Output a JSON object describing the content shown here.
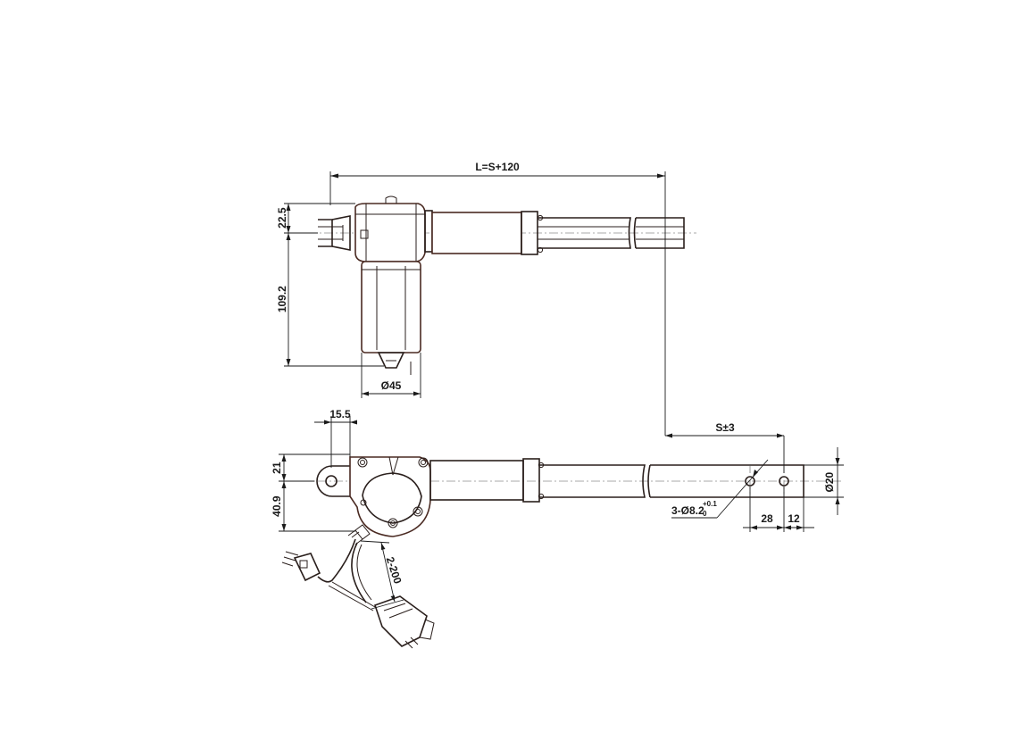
{
  "dimensions": {
    "overall_length": "L=S+120",
    "top_height": "22.5",
    "motor_length": "109.2",
    "motor_diameter": "Ø45",
    "offset_15_5": "15.5",
    "bottom_21": "21",
    "bottom_40_9": "40.9",
    "stroke": "S±3",
    "rod_diameter": "Ø20",
    "hole_spec_main": "3-Ø8.2",
    "hole_tol_upper": "+0.1",
    "hole_tol_lower": "0",
    "spacing_28": "28",
    "spacing_12": "12",
    "cable_length": "2-200"
  }
}
